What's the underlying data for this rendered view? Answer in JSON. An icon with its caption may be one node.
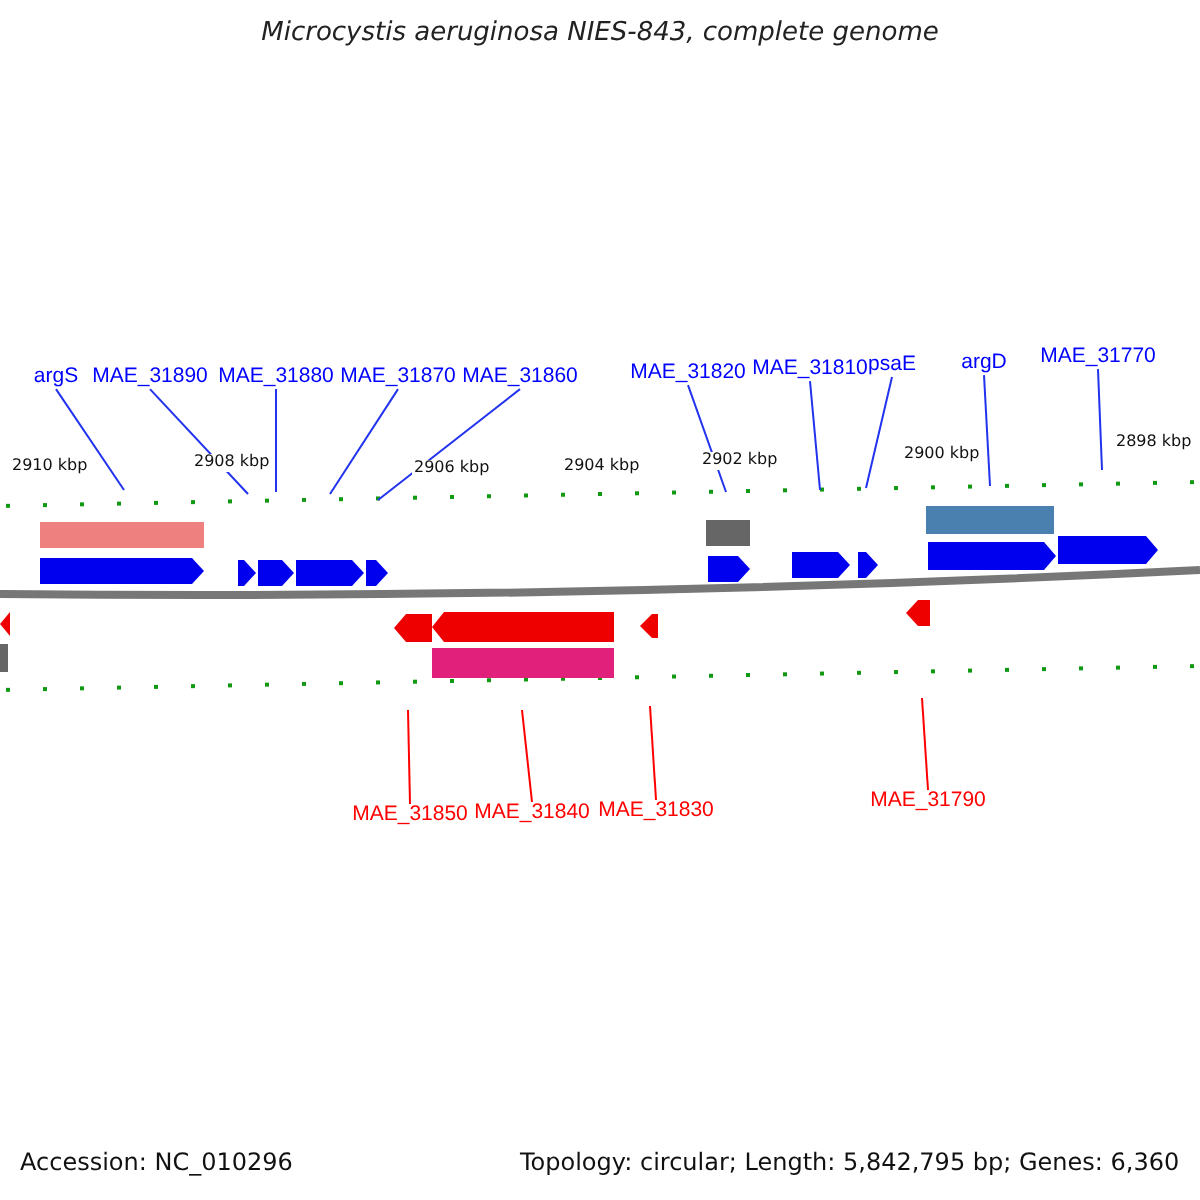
{
  "diagram": {
    "title": "Microcystis aeruginosa NIES-843, complete genome",
    "nodes": [
      {
        "text": [
          "argS"
        ]
      },
      {
        "text": [
          "MAE_31890"
        ]
      },
      {
        "text": [
          "MAE_31880"
        ]
      },
      {
        "text": [
          "MAE_31870"
        ]
      },
      {
        "text": [
          "MAE_31860"
        ]
      },
      {
        "text": [
          "MAE_31820"
        ]
      },
      {
        "text": [
          "MAE_31810"
        ]
      },
      {
        "text": [
          "psaE"
        ]
      },
      {
        "text": [
          "argD"
        ]
      },
      {
        "text": [
          "MAE_31770"
        ]
      },
      {
        "text": [
          "MAE_31850"
        ]
      },
      {
        "text": [
          "MAE_31840"
        ]
      },
      {
        "text": [
          "MAE_31830"
        ]
      },
      {
        "text": [
          "MAE_31790"
        ]
      }
    ],
    "edges": [
      {
        "from": 0,
        "to": null,
        "arrow": "none"
      },
      {
        "from": 1,
        "to": null,
        "arrow": "none"
      },
      {
        "from": 2,
        "to": null,
        "arrow": "none"
      },
      {
        "from": 3,
        "to": null,
        "arrow": "none"
      },
      {
        "from": 4,
        "to": null,
        "arrow": "none"
      },
      {
        "from": 5,
        "to": null,
        "arrow": "none"
      },
      {
        "from": 6,
        "to": null,
        "arrow": "none"
      },
      {
        "from": 7,
        "to": null,
        "arrow": "none"
      },
      {
        "from": 8,
        "to": null,
        "arrow": "none"
      },
      {
        "from": 9,
        "to": null,
        "arrow": "none"
      },
      {
        "from": 10,
        "to": null,
        "arrow": "none",
        "color": "#ff0000"
      },
      {
        "from": 11,
        "to": null,
        "arrow": "none",
        "color": "#ff0000"
      },
      {
        "from": 12,
        "to": null,
        "arrow": "none",
        "color": "#ff0000"
      },
      {
        "from": 13,
        "to": null,
        "arrow": "none",
        "color": "#ff0000"
      }
    ],
    "labels": [
      "2910 kbp",
      "2908 kbp",
      "2906 kbp",
      "2904 kbp",
      "2902 kbp",
      "2900 kbp",
      "2898 kbp",
      "Accession: NC_010296",
      "Topology: circular; Length: 5,842,795 bp; Genes: 6,360"
    ]
  }
}
